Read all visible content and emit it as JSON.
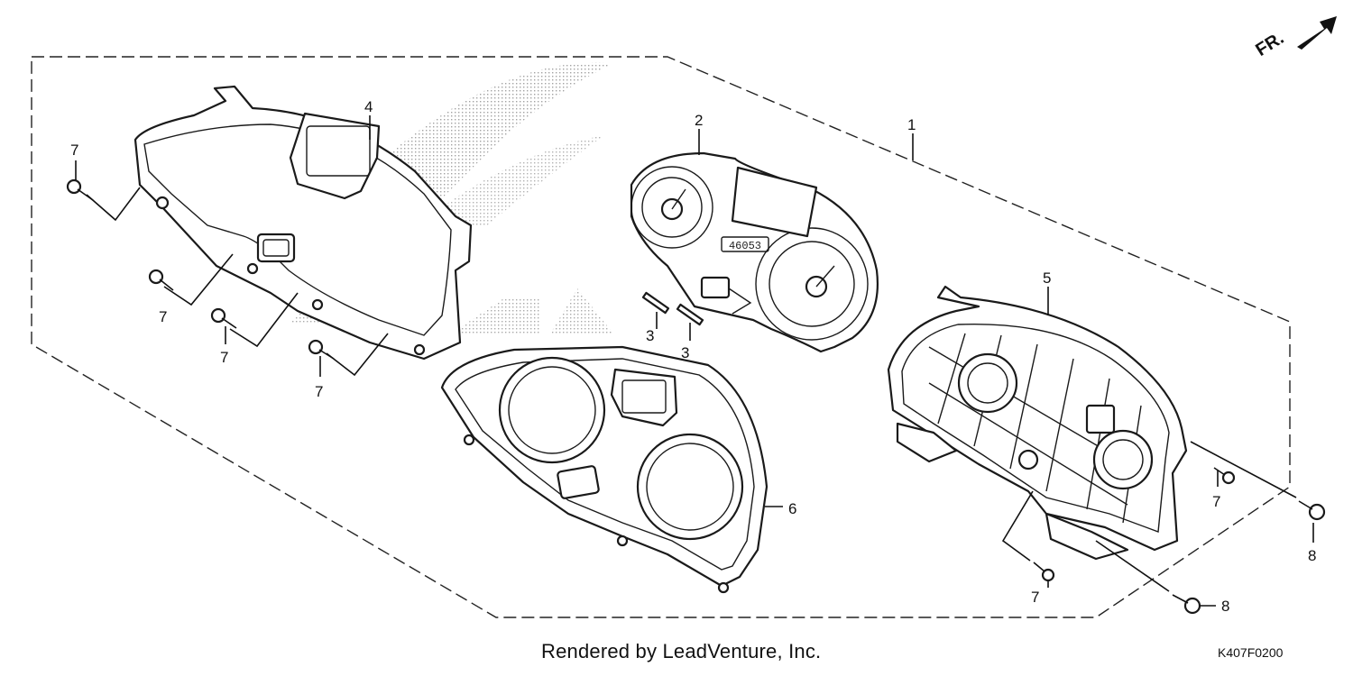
{
  "footer": "Rendered by LeadVenture, Inc.",
  "diagram_code": "K407F0200",
  "direction_label": "FR.",
  "callouts": {
    "c1": "1",
    "c2": "2",
    "c3a": "3",
    "c3b": "3",
    "c4": "4",
    "c5": "5",
    "c6": "6",
    "c7a": "7",
    "c7b": "7",
    "c7c": "7",
    "c7d": "7",
    "c7e": "7",
    "c7f": "7",
    "c8a": "8",
    "c8b": "8"
  },
  "meter_odometer": "46053"
}
